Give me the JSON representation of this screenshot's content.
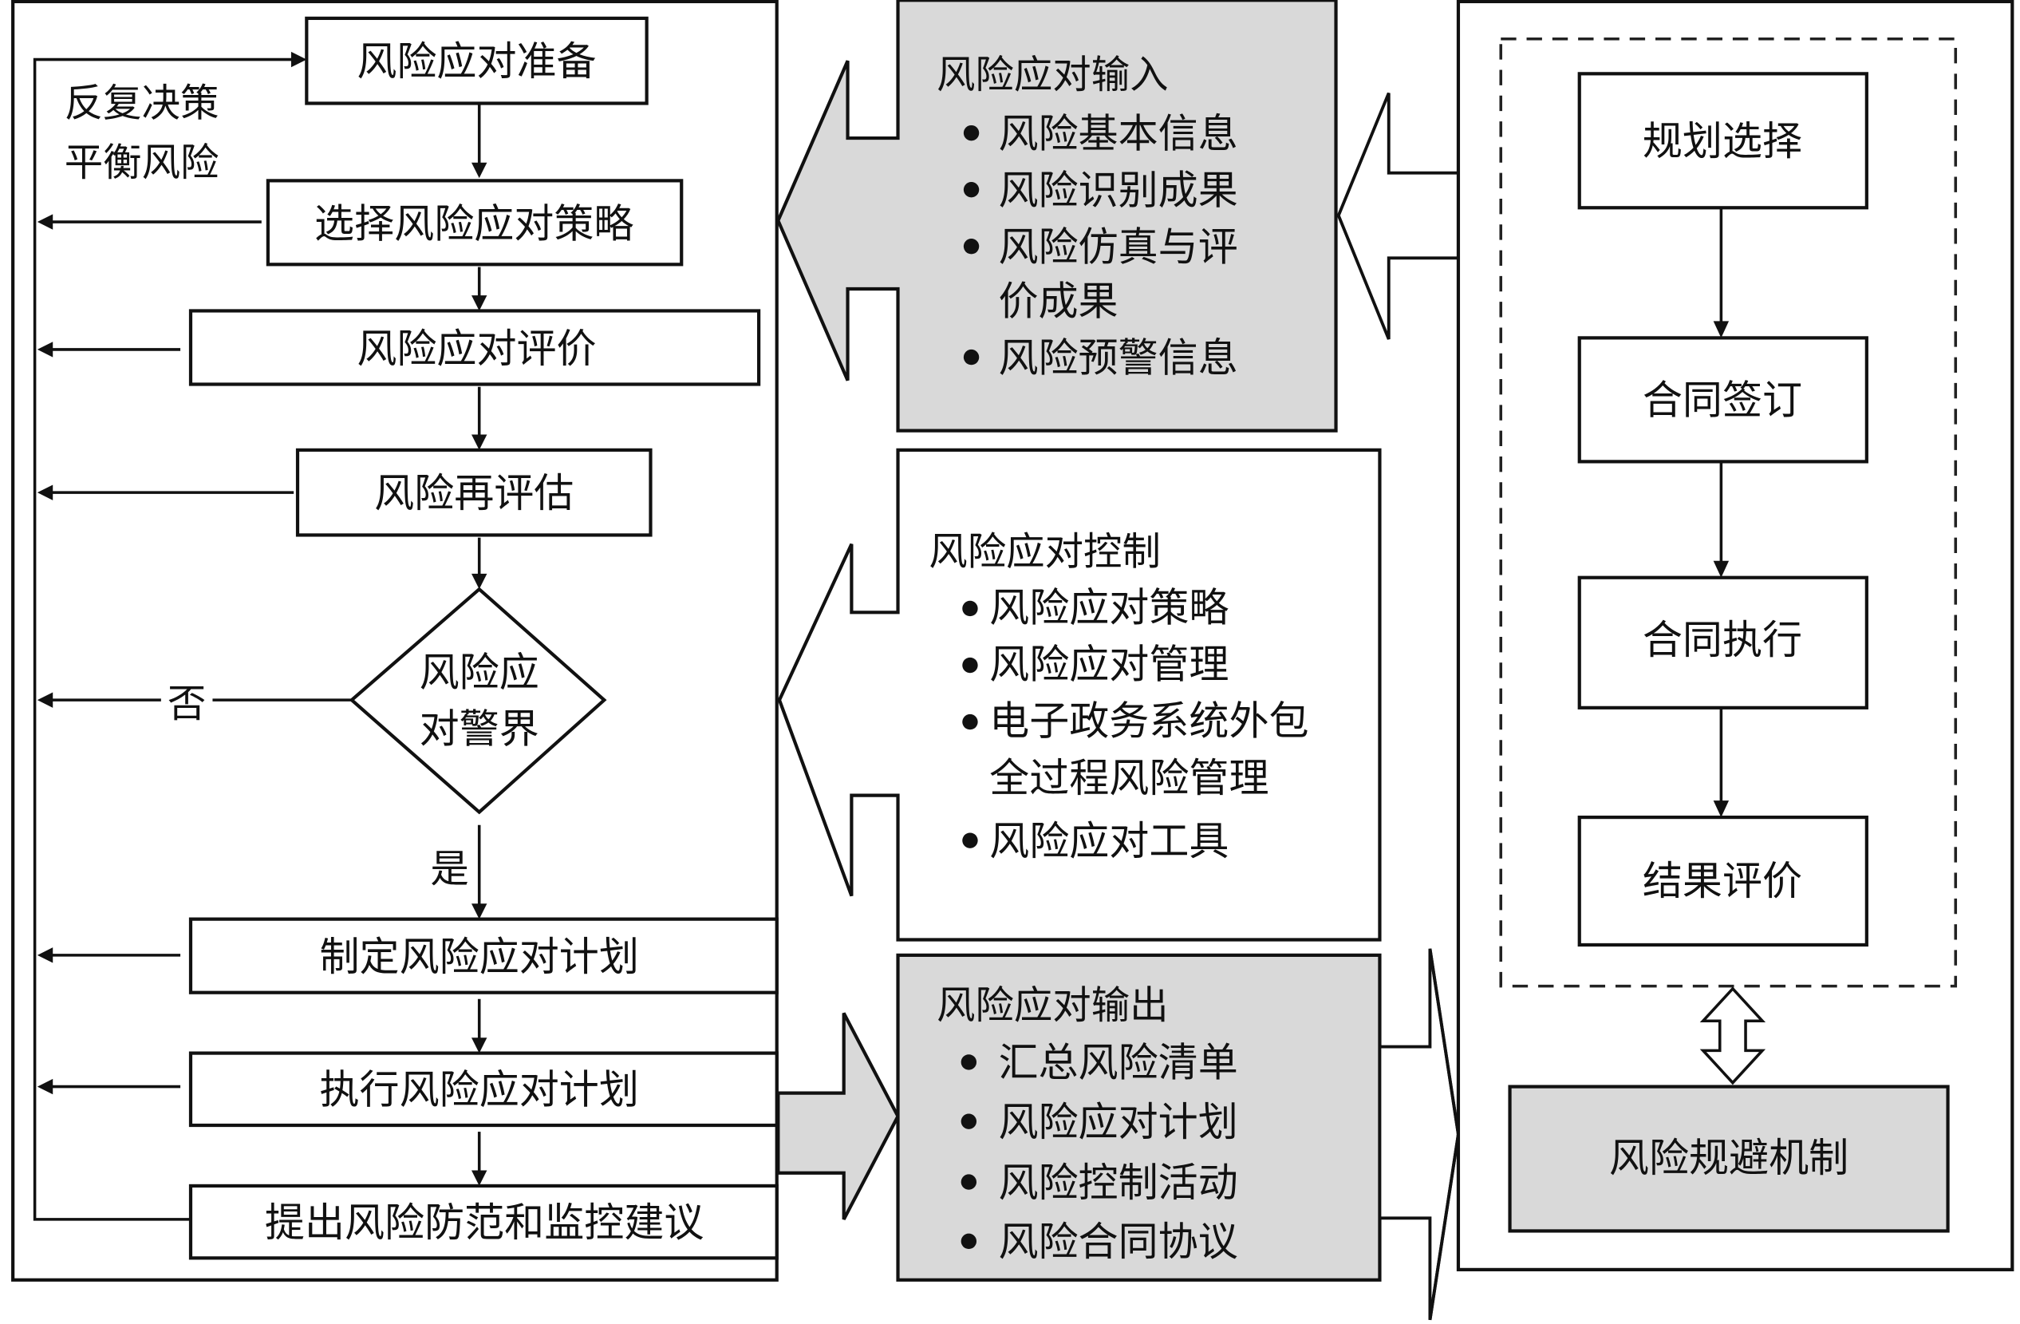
{
  "colors": {
    "line": "#111111",
    "gray_fill": "#d9d9d9",
    "white_fill": "#ffffff"
  },
  "left_flow": {
    "loop_label_line1": "反复决策",
    "loop_label_line2": "平衡风险",
    "steps": [
      {
        "label": "风险应对准备"
      },
      {
        "label": "选择风险应对策略"
      },
      {
        "label": "风险应对评价"
      },
      {
        "label": "风险再评估"
      },
      {
        "label": "制定风险应对计划"
      },
      {
        "label": "执行风险应对计划"
      },
      {
        "label": "提出风险防范和监控建议"
      }
    ],
    "decision": {
      "line1": "风险应",
      "line2": "对警界",
      "no_label": "否",
      "yes_label": "是"
    }
  },
  "input_panel": {
    "title": "风险应对输入",
    "items": [
      {
        "line1": "风险基本信息"
      },
      {
        "line1": "风险识别成果"
      },
      {
        "line1": "风险仿真与评",
        "line2": "价成果"
      },
      {
        "line1": "风险预警信息"
      }
    ]
  },
  "control_panel": {
    "title": "风险应对控制",
    "items": [
      {
        "line1": "风险应对策略"
      },
      {
        "line1": "风险应对管理"
      },
      {
        "line1": "电子政务系统外包",
        "line2": "全过程风险管理"
      },
      {
        "line1": "风险应对工具"
      }
    ]
  },
  "output_panel": {
    "title": "风险应对输出",
    "items": [
      {
        "line1": "汇总风险清单"
      },
      {
        "line1": "风险应对计划"
      },
      {
        "line1": "风险控制活动"
      },
      {
        "line1": "风险合同协议"
      }
    ]
  },
  "right_panel": {
    "steps": [
      {
        "label": "规划选择"
      },
      {
        "label": "合同签订"
      },
      {
        "label": "合同执行"
      },
      {
        "label": "结果评价"
      }
    ],
    "mechanism": "风险规避机制"
  }
}
